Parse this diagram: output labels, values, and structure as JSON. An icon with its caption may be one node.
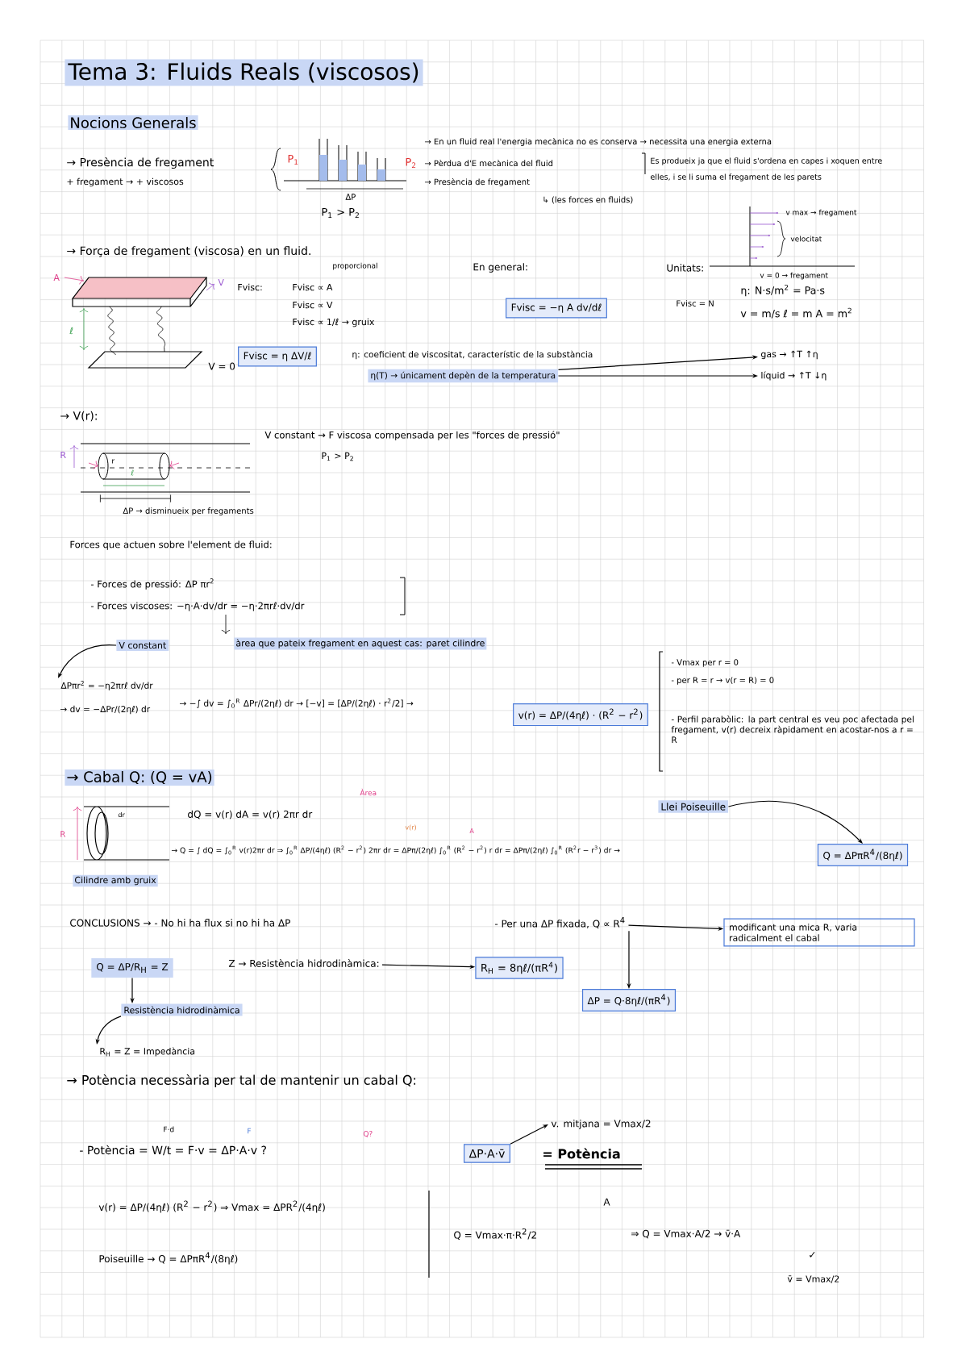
{
  "diagram": {
    "title": "Tema 3: Fluids Reals (viscosos)",
    "nodes": [
      {
        "text": [
          "Fvisc = η ΔV/ℓ"
        ]
      },
      {
        "text": [
          "Fvisc = −η A dv/dℓ"
        ]
      },
      {
        "text": [
          "η(T) → únicament depèn de la temperatura"
        ]
      },
      {
        "text": [
          "gas → ↑T ↑η"
        ]
      },
      {
        "text": [
          "líquid → ↑T ↓η"
        ]
      },
      {
        "text": [
          "V constant"
        ]
      },
      {
        "text": [
          "ΔPπr$^{2}$ = −η2πrℓ dv/dr"
        ]
      },
      {
        "text": [
          "v(r) = ΔP/(4ηℓ) · (R$^{2}$ − r$^{2}$)"
        ]
      },
      {
        "text": [
          "Llei Poiseuille"
        ]
      },
      {
        "text": [
          "Q = ΔPπR$^{4}$/(8ηℓ)"
        ]
      },
      {
        "text": [
          "- Per una ΔP fixada, Q ∝ R$^{4}$"
        ]
      },
      {
        "text": [
          "modificant una mica R, varia radicalment el cabal"
        ]
      },
      {
        "text": [
          "ΔP = Q·8ηℓ/(πR$^{4}$)"
        ]
      },
      {
        "text": [
          "Q = ΔP/R$_{H}$ = Z"
        ]
      },
      {
        "text": [
          "Resistència hidrodinàmica"
        ]
      },
      {
        "text": [
          "Z → Resistència hidrodinàmica:"
        ]
      },
      {
        "text": [
          "R$_{H}$ = 8ηℓ/(πR$^{4}$)"
        ]
      },
      {
        "text": [
          "R$_{H}$ = Z = Impedància"
        ]
      },
      {
        "text": [
          "ΔP·A·v̄"
        ]
      },
      {
        "text": [
          "v. mitjana = Vmax/2"
        ]
      }
    ],
    "edges": [
      {
        "from": 2,
        "to": 3,
        "arrow": "to"
      },
      {
        "from": 2,
        "to": 4,
        "arrow": "to"
      },
      {
        "from": 5,
        "to": 6,
        "arrow": "to"
      },
      {
        "from": 8,
        "to": 9,
        "arrow": "to"
      },
      {
        "from": 10,
        "to": 11,
        "arrow": "to"
      },
      {
        "from": 10,
        "to": 12,
        "arrow": "to"
      },
      {
        "from": 13,
        "to": 14,
        "arrow": "to"
      },
      {
        "from": 14,
        "to": 17,
        "arrow": "to"
      },
      {
        "from": 15,
        "to": 16,
        "arrow": "to"
      },
      {
        "from": 18,
        "to": 19,
        "arrow": "to"
      }
    ],
    "labels": [
      "Nocions Generals",
      "→ Presència de fregament",
      "+ fregament → + viscosos",
      "P$_{1}$",
      "P$_{2}$",
      "ΔP",
      "P$_{1}$ > P$_{2}$",
      "→ En un fluid real l'energia mecànica no es conserva → necessita una energia externa",
      "→ Pèrdua d'E mecànica del fluid",
      "Es produeix ja que el fluid s'ordena en capes i xoquen entre",
      "elles, i se li suma el fregament de les parets",
      "→ Presència de fregament",
      "↳ (les forces en fluids)",
      "v max → fregament",
      "velocitat",
      "v = 0 → fregament",
      "→ Força de fregament (viscosa) en un fluid.",
      "A",
      "V",
      "ℓ",
      "V = 0",
      "proporcional",
      "Fvisc:",
      "Fvisc ∝ A",
      "Fvisc ∝ V",
      "Fvisc ∝ 1/ℓ → gruix",
      "En general:",
      "Unitats:",
      "Fvisc = N",
      "η: N·s/m$^{2}$ = Pa·s",
      "v = m/s   ℓ = m   A = m$^{2}$",
      "η: coeficient de viscositat, característic de la substància",
      "→ V(r):",
      "R",
      "r",
      "ℓ",
      "ΔP → disminueix per fregaments",
      "V constant → F viscosa compensada per les \"forces de pressió\"",
      "P$_{1}$ > P$_{2}$",
      "Forces que actuen sobre l'element de fluid:",
      "- Forces de pressió: ΔP πr$^{2}$",
      "- Forces viscoses: −η·A·dv/dr = −η·2πrℓ·dv/dr",
      "àrea que pateix fregament en aquest cas: paret cilindre",
      "→ dv = −ΔPr/(2ηℓ) dr",
      "→ −∫ dv = ∫$_{0}$$^{R}$ ΔPr/(2ηℓ) dr → [−v] = [ΔP/(2ηℓ) · r$^{2}$/2] →",
      "- Vmax per r = 0",
      "- per R = r → v(r = R) = 0",
      "- Perfil parabòlic: la part central es veu poc afectada pel fregament, v(r) decreix ràpidament en acostar-nos a r = R",
      "→ Cabal Q: (Q = vA)",
      "Àrea",
      "dQ = v(r) dA = v(r) 2πr dr",
      "→ Q = ∫ dQ = ∫$_{0}$$^{R}$ v(r)2πr dr ⇒ ∫$_{0}$$^{R}$ ΔP/(4ηℓ) (R$^{2}$ − r$^{2}$) 2πr dr = ΔPπ/(2ηℓ) ∫$_{0}$$^{R}$ (R$^{2}$ − r$^{2}$) r dr = ΔPπ/(2ηℓ) ∫$_{0}$$^{R}$ (R$^{2}$r − r$^{3}$) dr →",
      "v(r)",
      "A",
      "R",
      "dr",
      "Cilindre amb gruix",
      "CONCLUSIONS → - No hi ha flux si no hi ha ΔP",
      "→ Potència necessària per tal de mantenir un cabal Q:",
      "- Potència = W/t = F·v = ΔP·A·v ?",
      "F·d",
      "F",
      "Q?",
      "= Potència",
      "v(r) = ΔP/(4ηℓ) (R$^{2}$ − r$^{2}$) ⇒ Vmax = ΔPR$^{2}$/(4ηℓ)",
      "Poiseuille → Q = ΔPπR$^{4}$/(8ηℓ)",
      "Q = Vmax·π·R$^{2}$/2",
      "A",
      "⇒ Q = Vmax·A/2 → v̄·A",
      "✓",
      "v̄ = Vmax/2"
    ]
  }
}
